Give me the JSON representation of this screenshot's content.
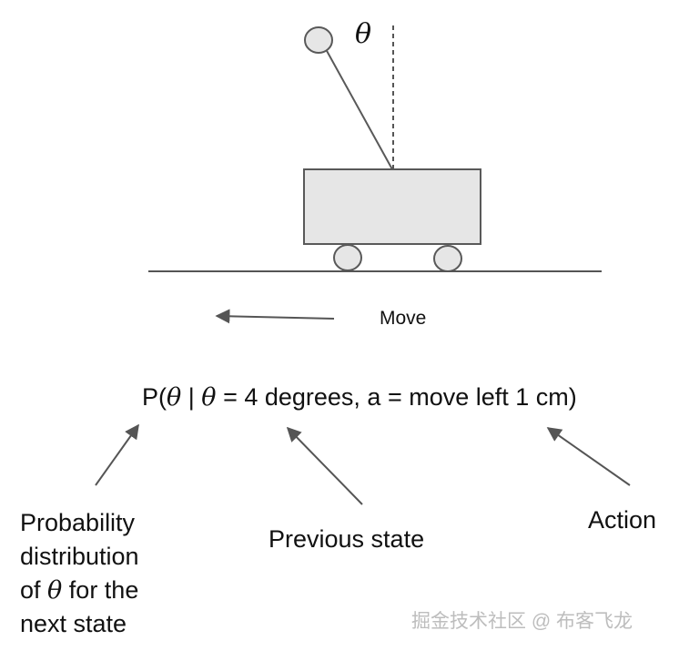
{
  "diagram": {
    "theta_symbol": "θ",
    "move_label": "Move",
    "formula": {
      "prefix": "P(",
      "theta1": "θ",
      "mid": " | ",
      "theta2": "θ",
      "suffix": " = 4 degrees, a = move left 1 cm)"
    },
    "annotations": {
      "probability": {
        "line1": "Probability",
        "line2": "distribution",
        "line3_pre": "of ",
        "line3_theta": "θ",
        "line3_post": " for the",
        "line4": "next state"
      },
      "previous_state": "Previous state",
      "action": "Action"
    },
    "watermark": "掘金技术社区 @ 布客飞龙",
    "colors": {
      "shape_fill": "#e6e6e6",
      "stroke": "#595959",
      "arrow": "#555555",
      "watermark": "#bdbdbd"
    }
  }
}
